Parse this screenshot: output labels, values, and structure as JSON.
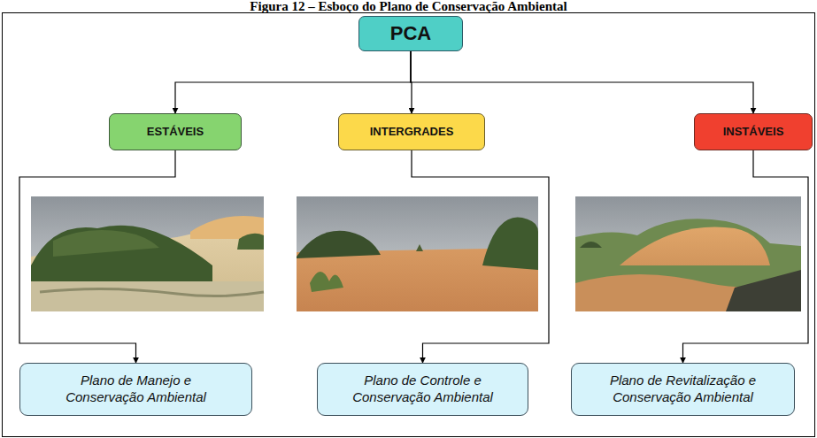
{
  "diagram": {
    "title": "Figura 12 – Esboço do Plano de Conservação Ambiental",
    "nodes": [
      {
        "text": [
          "PCA"
        ]
      },
      {
        "text": [
          "ESTÁVEIS"
        ]
      },
      {
        "text": [
          "INTERGRADES"
        ]
      },
      {
        "text": [
          "INSTÁVEIS"
        ]
      },
      {
        "text": [
          "Plano de Manejo e Conservação Ambiental"
        ]
      },
      {
        "text": [
          "Plano de Controle e Conservação Ambiental"
        ]
      },
      {
        "text": [
          "Plano de Revitalização e Conservação Ambiental"
        ]
      }
    ],
    "edges": [
      {
        "from": 0,
        "to": 1,
        "arrow": "to"
      },
      {
        "from": 0,
        "to": 2,
        "arrow": "to"
      },
      {
        "from": 0,
        "to": 3,
        "arrow": "to"
      },
      {
        "from": 1,
        "to": 4,
        "arrow": "to"
      },
      {
        "from": 2,
        "to": 5,
        "arrow": "to"
      },
      {
        "from": 3,
        "to": 6,
        "arrow": "to"
      }
    ]
  }
}
